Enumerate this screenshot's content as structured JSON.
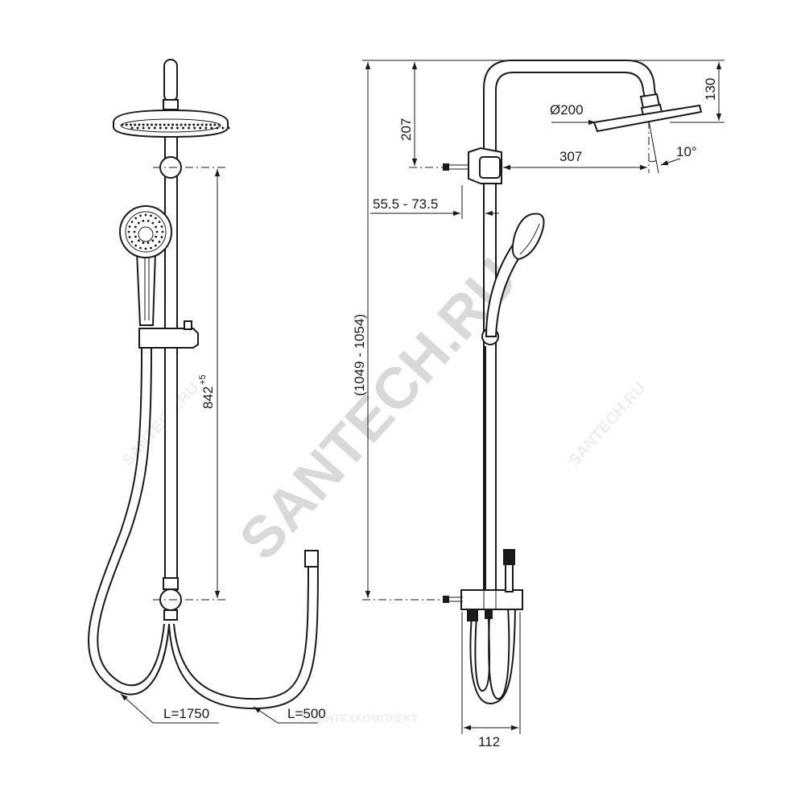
{
  "front_view": {
    "rail_height": "842",
    "rail_height_tolerance": "+5",
    "hose_long": "L=1750",
    "hose_short": "L=500"
  },
  "side_view": {
    "overall_height": "(1049 - 1054)",
    "top_to_bracket": "207",
    "arm_height": "130",
    "head_diameter": "Ø200",
    "arm_reach": "307",
    "head_tilt": "10°",
    "wall_offset": "55.5 - 73.5",
    "bottom_width": "112"
  },
  "watermark": {
    "main": "SANTECH.RU",
    "small_left": "SANTECH.RU",
    "small_right": "SANTECH.RU",
    "bottom": "© САНТЕХКОМПЛЕКТ"
  }
}
